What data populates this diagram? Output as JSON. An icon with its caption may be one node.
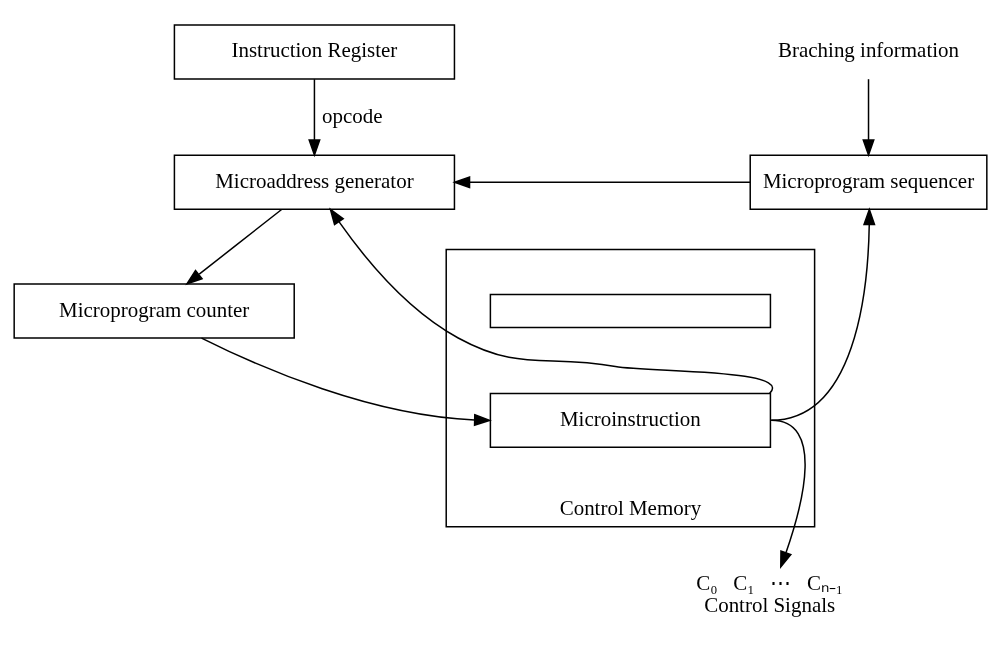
{
  "diagram": {
    "nodes": [
      {
        "text": [
          "Instruction Register"
        ]
      },
      {
        "text": [
          "Microaddress generator"
        ]
      },
      {
        "text": [
          "Microprogram sequencer"
        ]
      },
      {
        "text": [
          "Microprogram counter"
        ]
      },
      {
        "text": [
          "Control Memory"
        ]
      },
      {
        "text": [],
        "shape": "box",
        "in": 4
      },
      {
        "text": [
          "Microinstruction"
        ],
        "in": 4
      },
      {
        "text": [
          "Braching information"
        ]
      },
      {
        "text": [
          "C₀   C₁   ⋯   Cₙ₋₁",
          "Control Signals"
        ]
      }
    ],
    "edges": [
      {
        "from": 0,
        "to": 1,
        "arrow": "to",
        "label": "opcode"
      },
      {
        "from": 7,
        "to": 2,
        "arrow": "to"
      },
      {
        "from": 2,
        "to": 1,
        "arrow": "to"
      },
      {
        "from": 1,
        "to": 3,
        "arrow": "to"
      },
      {
        "from": 3,
        "to": 6,
        "arrow": "to"
      },
      {
        "from": 6,
        "to": 1,
        "arrow": "to"
      },
      {
        "from": 6,
        "to": 2,
        "arrow": "to"
      },
      {
        "from": 6,
        "to": 8,
        "arrow": "to"
      }
    ]
  }
}
